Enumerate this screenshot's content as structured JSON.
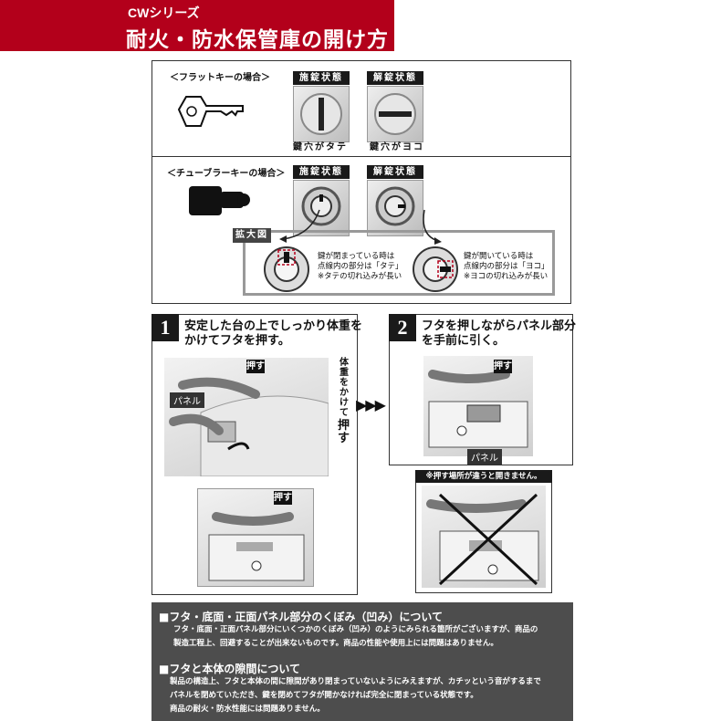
{
  "header": {
    "series": "CWシリーズ",
    "title": "耐火・防水保管庫の開け方"
  },
  "keys": {
    "flat": {
      "label": "＜フラットキーの場合＞",
      "locked_tag": "施錠状態",
      "unlocked_tag": "解錠状態",
      "locked_caption": "鍵穴がタテ",
      "unlocked_caption": "鍵穴がヨコ"
    },
    "tubular": {
      "label": "＜チューブラーキーの場合＞",
      "locked_tag": "施錠状態",
      "unlocked_tag": "解錠状態"
    },
    "zoom": {
      "tag": "拡大図",
      "locked_note": [
        "鍵が閉まっている時は",
        "点線内の部分は「タテ」",
        "※タテの切れ込みが長い"
      ],
      "unlocked_note": [
        "鍵が開いている時は",
        "点線内の部分は「ヨコ」",
        "※ヨコの切れ込みが長い"
      ]
    }
  },
  "steps": [
    {
      "num": "1",
      "text_lines": [
        "安定した台の上でしっかり体重を",
        "かけてフタを押す。"
      ],
      "press_label": "押す",
      "panel_label": "パネル",
      "weight_note_lines": [
        "体",
        "重",
        "を",
        "か",
        "け",
        "て"
      ],
      "weight_press": "押す"
    },
    {
      "num": "2",
      "text_lines": [
        "フタを押しながらパネル部分",
        "を手前に引く。"
      ],
      "press_label": "押す",
      "panel_label": "パネル"
    }
  ],
  "warning": "※押す場所が違うと開きません。",
  "notes": [
    {
      "heading": "■フタ・底面・正面パネル部分のくぼみ（凹み）について",
      "lines": [
        "フタ・底面・正面パネル部分にいくつかのくぼみ（凹み）のようにみられる箇所がございますが、商品の",
        "製造工程上、回避することが出来ないものです。商品の性能や使用上には問題はありません。"
      ]
    },
    {
      "heading": "■フタと本体の隙間について",
      "lines": [
        "製品の構造上、フタと本体の間に隙間があり閉まっていないようにみえますが、カチッという音がするまで",
        "パネルを閉めていただき、鍵を閉めてフタが開かなければ完全に閉まっている状態です。",
        "商品の耐火・防水性能には問題ありません。"
      ]
    }
  ],
  "colors": {
    "header_red": "#b3001b",
    "notes_bg": "#4d4d4d"
  }
}
